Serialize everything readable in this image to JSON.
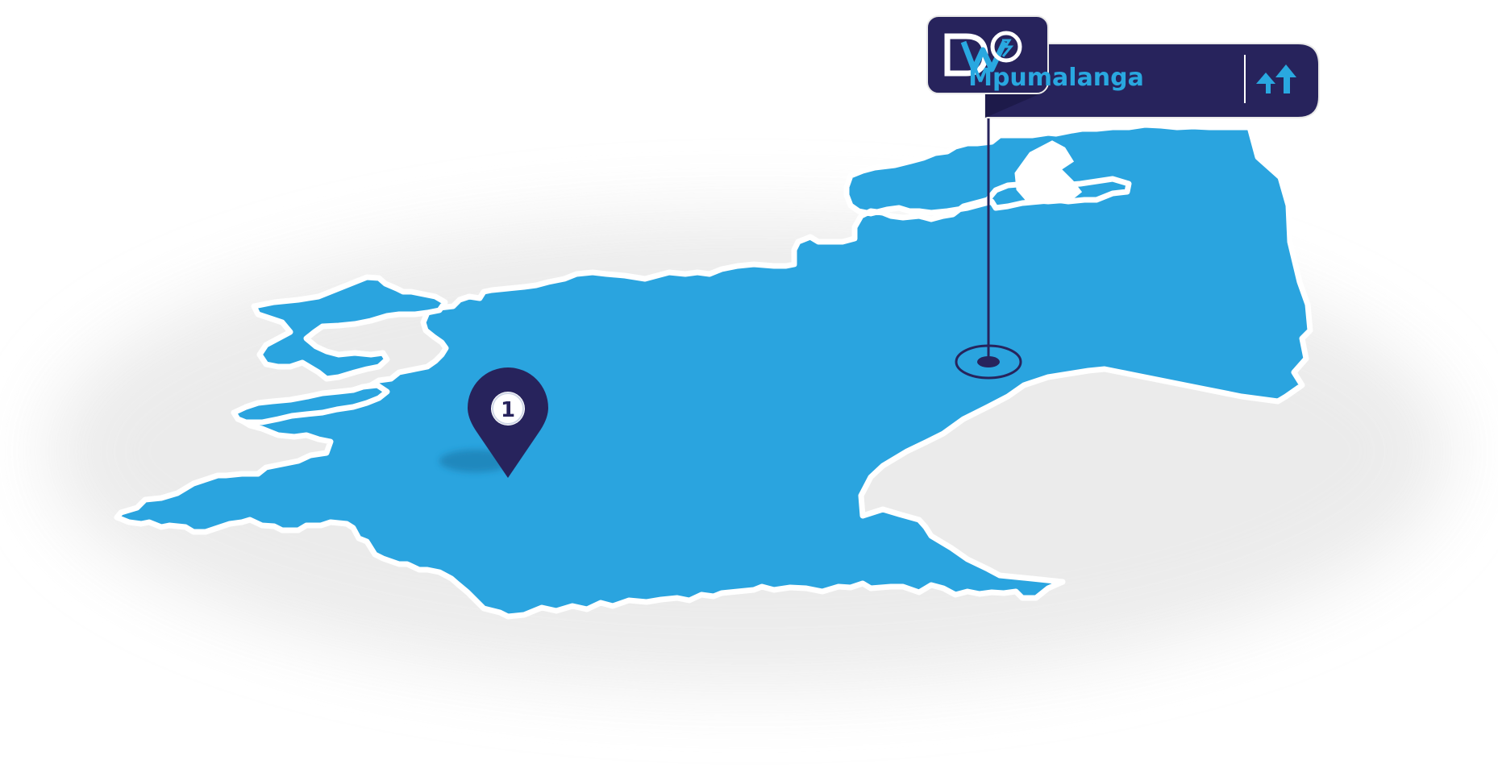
{
  "flag": {
    "logo_text": "DW",
    "region_name": "Mpumalanga",
    "action_icon": "double-up-arrow-icon"
  },
  "marker": {
    "number": "1"
  },
  "colors": {
    "land": "#2aa4df",
    "outline": "#ffffff",
    "navy": "#27235c",
    "navy_dark": "#1d1a4a",
    "accent_blue": "#29a8e0",
    "shadow": "#e6e6e6"
  }
}
